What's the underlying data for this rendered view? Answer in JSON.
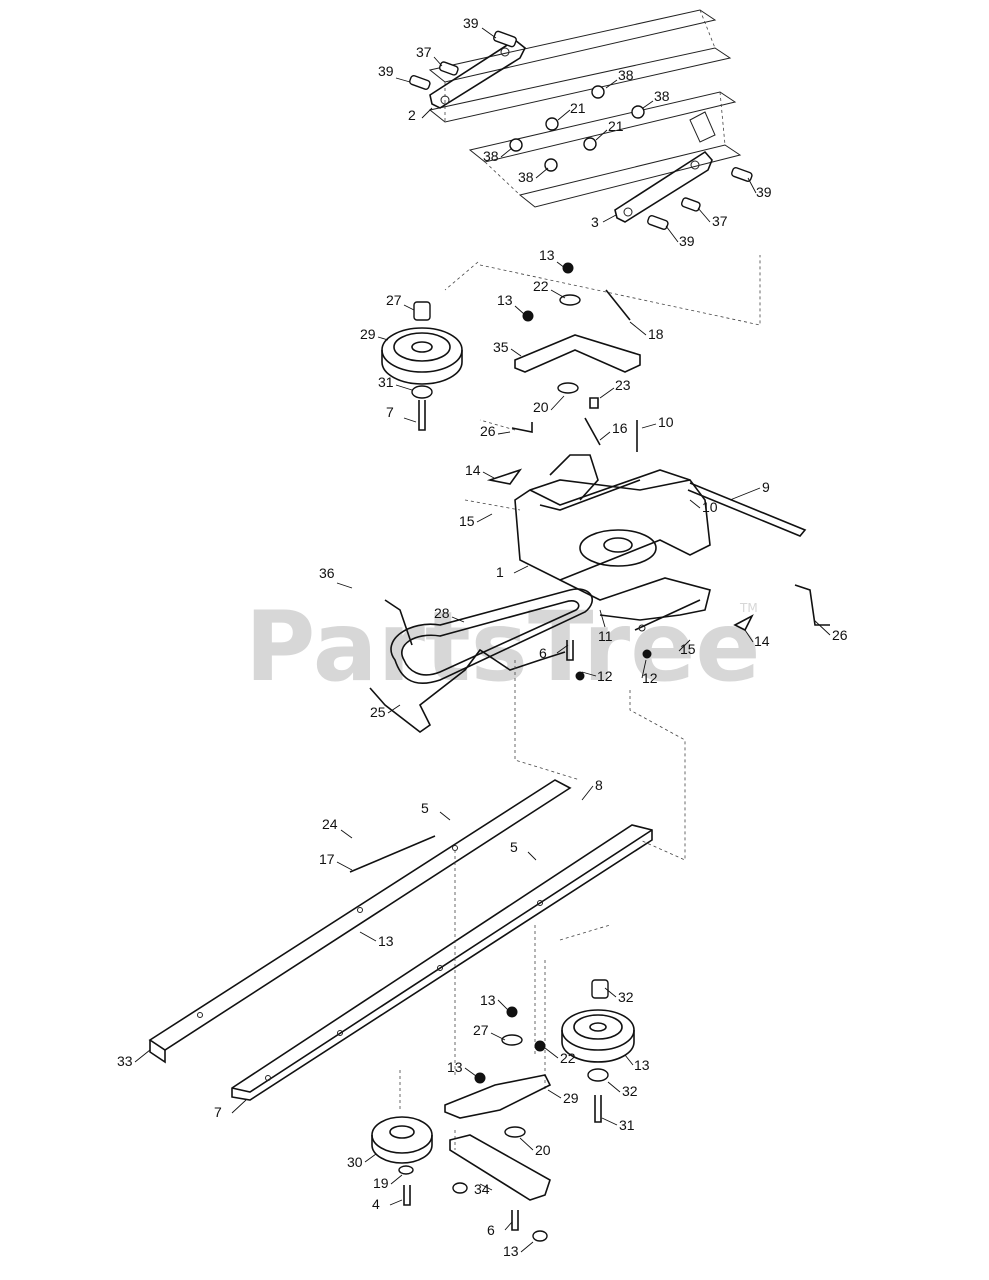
{
  "watermark": {
    "text": "PartsTree",
    "trademark": "TM"
  },
  "callouts": [
    "39",
    "37",
    "39",
    "38",
    "2",
    "21",
    "38",
    "21",
    "38",
    "38",
    "39",
    "3",
    "37",
    "39",
    "13",
    "22",
    "13",
    "18",
    "27",
    "35",
    "29",
    "23",
    "31",
    "20",
    "7",
    "26",
    "16",
    "10",
    "9",
    "14",
    "10",
    "15",
    "1",
    "36",
    "28",
    "11",
    "26",
    "15",
    "14",
    "6",
    "12",
    "12",
    "25",
    "8",
    "5",
    "24",
    "17",
    "5",
    "13",
    "32",
    "13",
    "27",
    "22",
    "13",
    "13",
    "29",
    "33",
    "32",
    "31",
    "7",
    "30",
    "20",
    "19",
    "34",
    "4",
    "6",
    "13"
  ],
  "colors": {
    "line": "#111111",
    "watermark": "#d7d7d7",
    "background": "#ffffff"
  }
}
